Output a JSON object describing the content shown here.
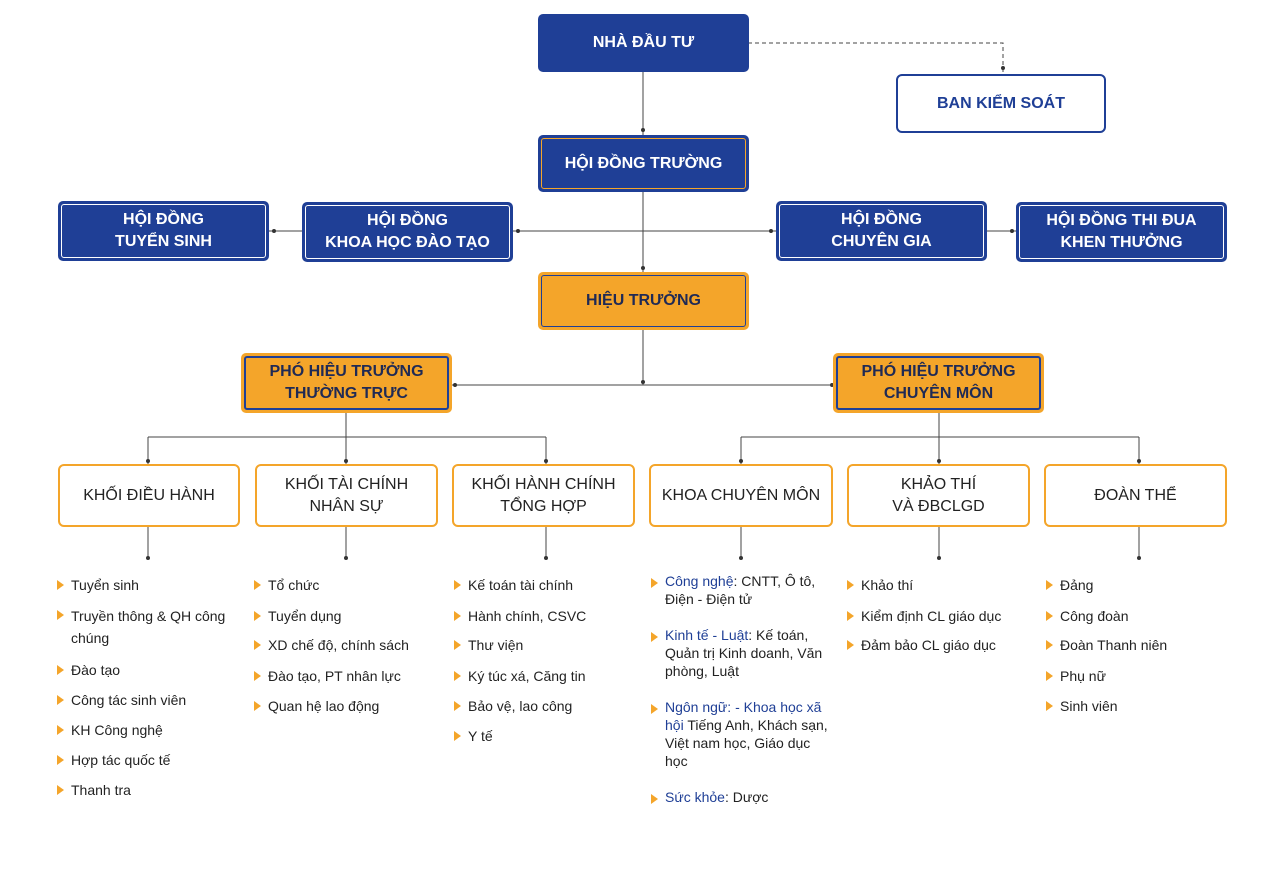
{
  "top": {
    "investor": "NHÀ ĐẦU TƯ",
    "supervisory": "BAN KIỂM SOÁT",
    "school_board": "HỘI ĐỒNG TRƯỜNG",
    "principal": "HIỆU TRƯỞNG"
  },
  "councils": {
    "admissions": [
      "HỘI ĐỒNG",
      "TUYỂN SINH"
    ],
    "science": [
      "HỘI ĐỒNG",
      "KHOA HỌC ĐÀO TẠO"
    ],
    "experts": [
      "HỘI ĐỒNG",
      "CHUYÊN GIA"
    ],
    "emulation": [
      "HỘI ĐỒNG THI ĐUA",
      "KHEN THƯỞNG"
    ]
  },
  "vice": {
    "standing": [
      "PHÓ HIỆU TRƯỞNG",
      "THƯỜNG TRỰC"
    ],
    "academic": [
      "PHÓ HIỆU TRƯỞNG",
      "CHUYÊN MÔN"
    ]
  },
  "units": [
    {
      "title": [
        "KHỐI ĐIỀU HÀNH"
      ],
      "items": [
        "Tuyển sinh",
        "Truyền thông & QH công chúng",
        "Đào tạo",
        "Công tác sinh viên",
        "KH Công nghệ",
        "Hợp tác quốc tế",
        "Thanh tra"
      ]
    },
    {
      "title": [
        "KHỐI TÀI CHÍNH",
        "NHÂN SỰ"
      ],
      "items": [
        "Tổ chức",
        "Tuyển dụng",
        "XD chế độ, chính sách",
        "Đào tạo, PT nhân lực",
        "Quan hệ lao động"
      ]
    },
    {
      "title": [
        "KHỐI HÀNH CHÍNH",
        "TỔNG HỢP"
      ],
      "items": [
        "Kế toán tài chính",
        "Hành chính, CSVC",
        "Thư viện",
        "Ký túc xá, Căng tin",
        "Bảo vệ, lao công",
        "Y tế"
      ]
    },
    {
      "title": [
        "KHOA CHUYÊN MÔN"
      ],
      "items": [
        {
          "label": "Công nghệ",
          "text": ": CNTT, Ô tô, Điện - Điện tử"
        },
        {
          "label": "Kinh tế - Luật",
          "text": ": Kế toán, Quản trị Kinh doanh, Văn phòng, Luật"
        },
        {
          "label": "Ngôn ngữ: - Khoa học xã hội",
          "text": " Tiếng Anh, Khách sạn, Việt nam học, Giáo dục học"
        },
        {
          "label": "Sức khỏe",
          "text": ": Dược"
        }
      ]
    },
    {
      "title": [
        "KHẢO THÍ",
        "VÀ ĐBCLGD"
      ],
      "items": [
        "Khảo thí",
        "Kiểm định CL giáo dục",
        "Đảm bảo CL giáo dục"
      ]
    },
    {
      "title": [
        "ĐOÀN THỂ"
      ],
      "items": [
        "Đảng",
        "Công đoàn",
        "Đoàn Thanh niên",
        "Phụ nữ",
        "Sinh viên"
      ]
    }
  ],
  "colors": {
    "navy": "#1f3f96",
    "gold": "#f4a52a",
    "line": "#333333"
  }
}
